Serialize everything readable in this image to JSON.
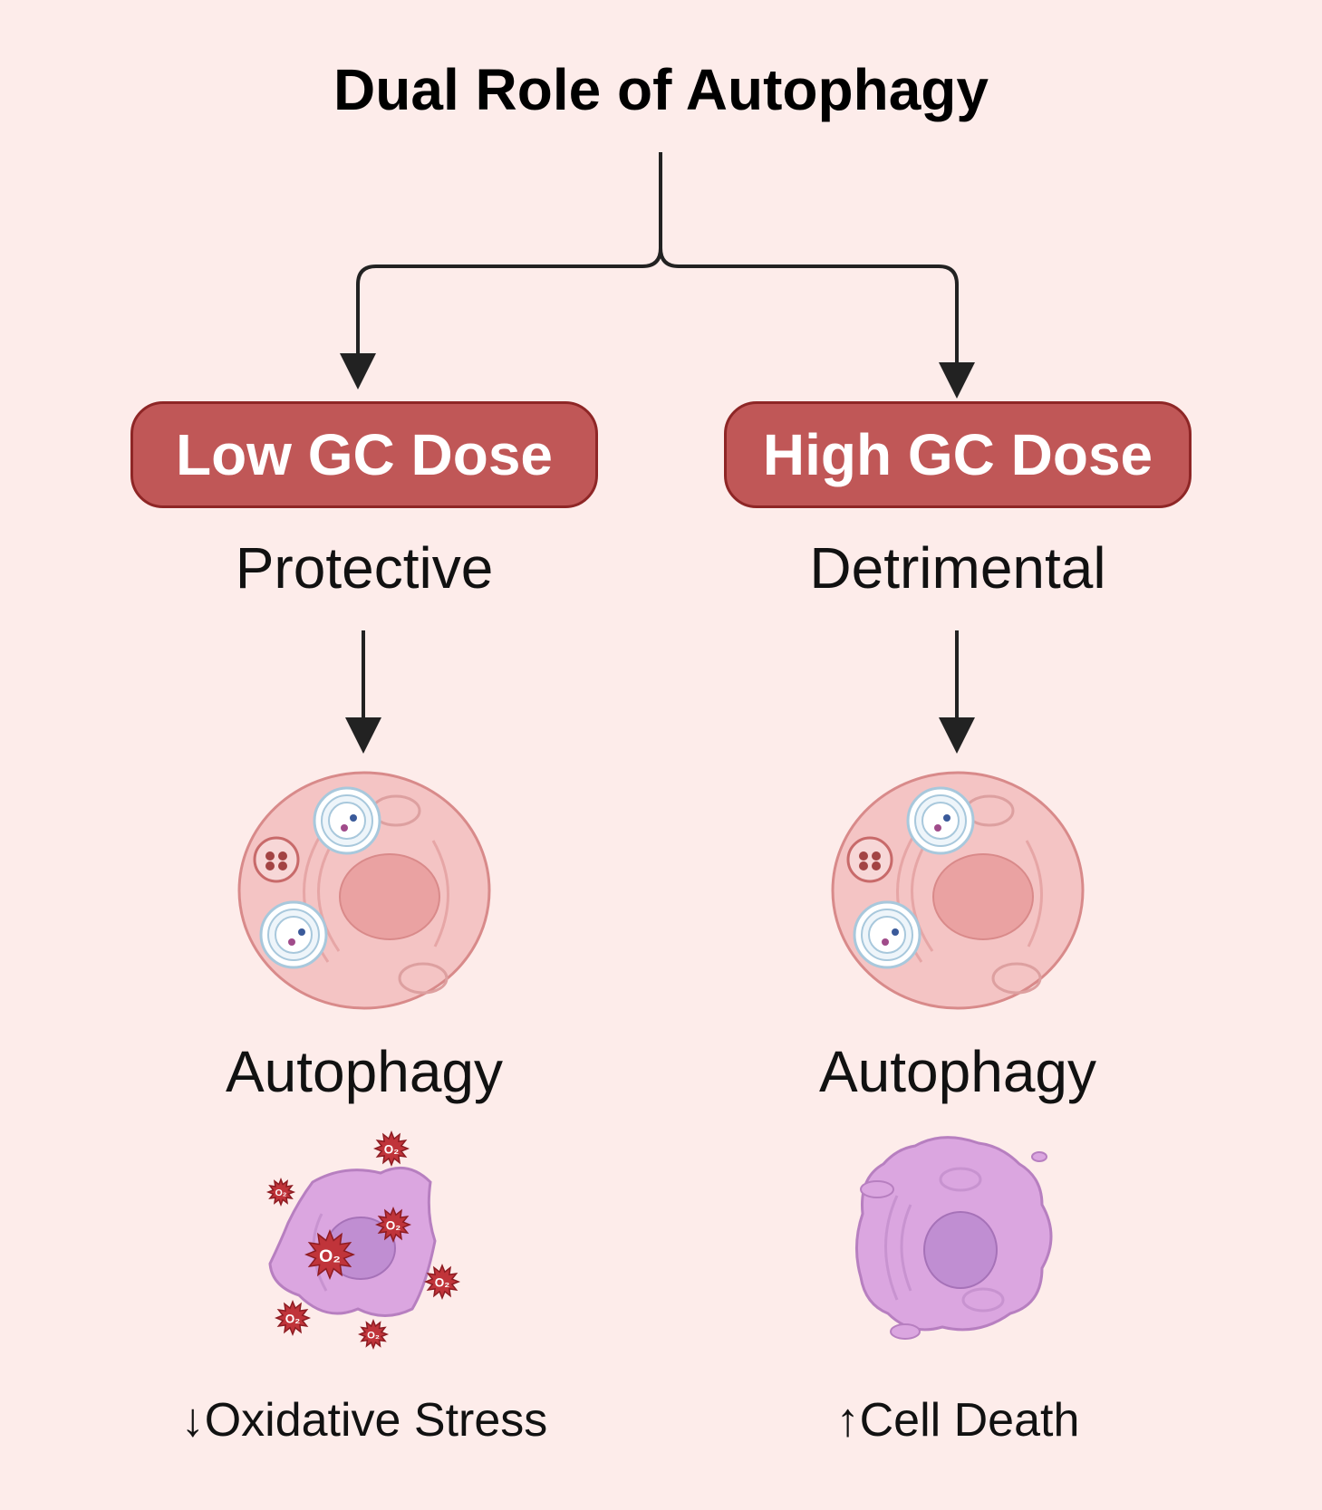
{
  "title": "Dual Role of Autophagy",
  "left": {
    "dose": "Low GC Dose",
    "effect": "Protective",
    "process": "Autophagy",
    "outcome_arrow": "↓",
    "outcome": "Oxidative Stress",
    "ros_label": "O₂"
  },
  "right": {
    "dose": "High GC Dose",
    "effect": "Detrimental",
    "process": "Autophagy",
    "outcome_arrow": "↑",
    "outcome": "Cell Death"
  },
  "colors": {
    "background": "#fdecea",
    "pill_fill": "#c05757",
    "pill_border": "#8e2626",
    "cell_fill": "#f4c4c4",
    "cell_border": "#d88a8a",
    "nucleus": "#eaa2a2",
    "damaged_cell": "#dba6e0",
    "ros": "#c0343a",
    "connector": "#222222"
  }
}
